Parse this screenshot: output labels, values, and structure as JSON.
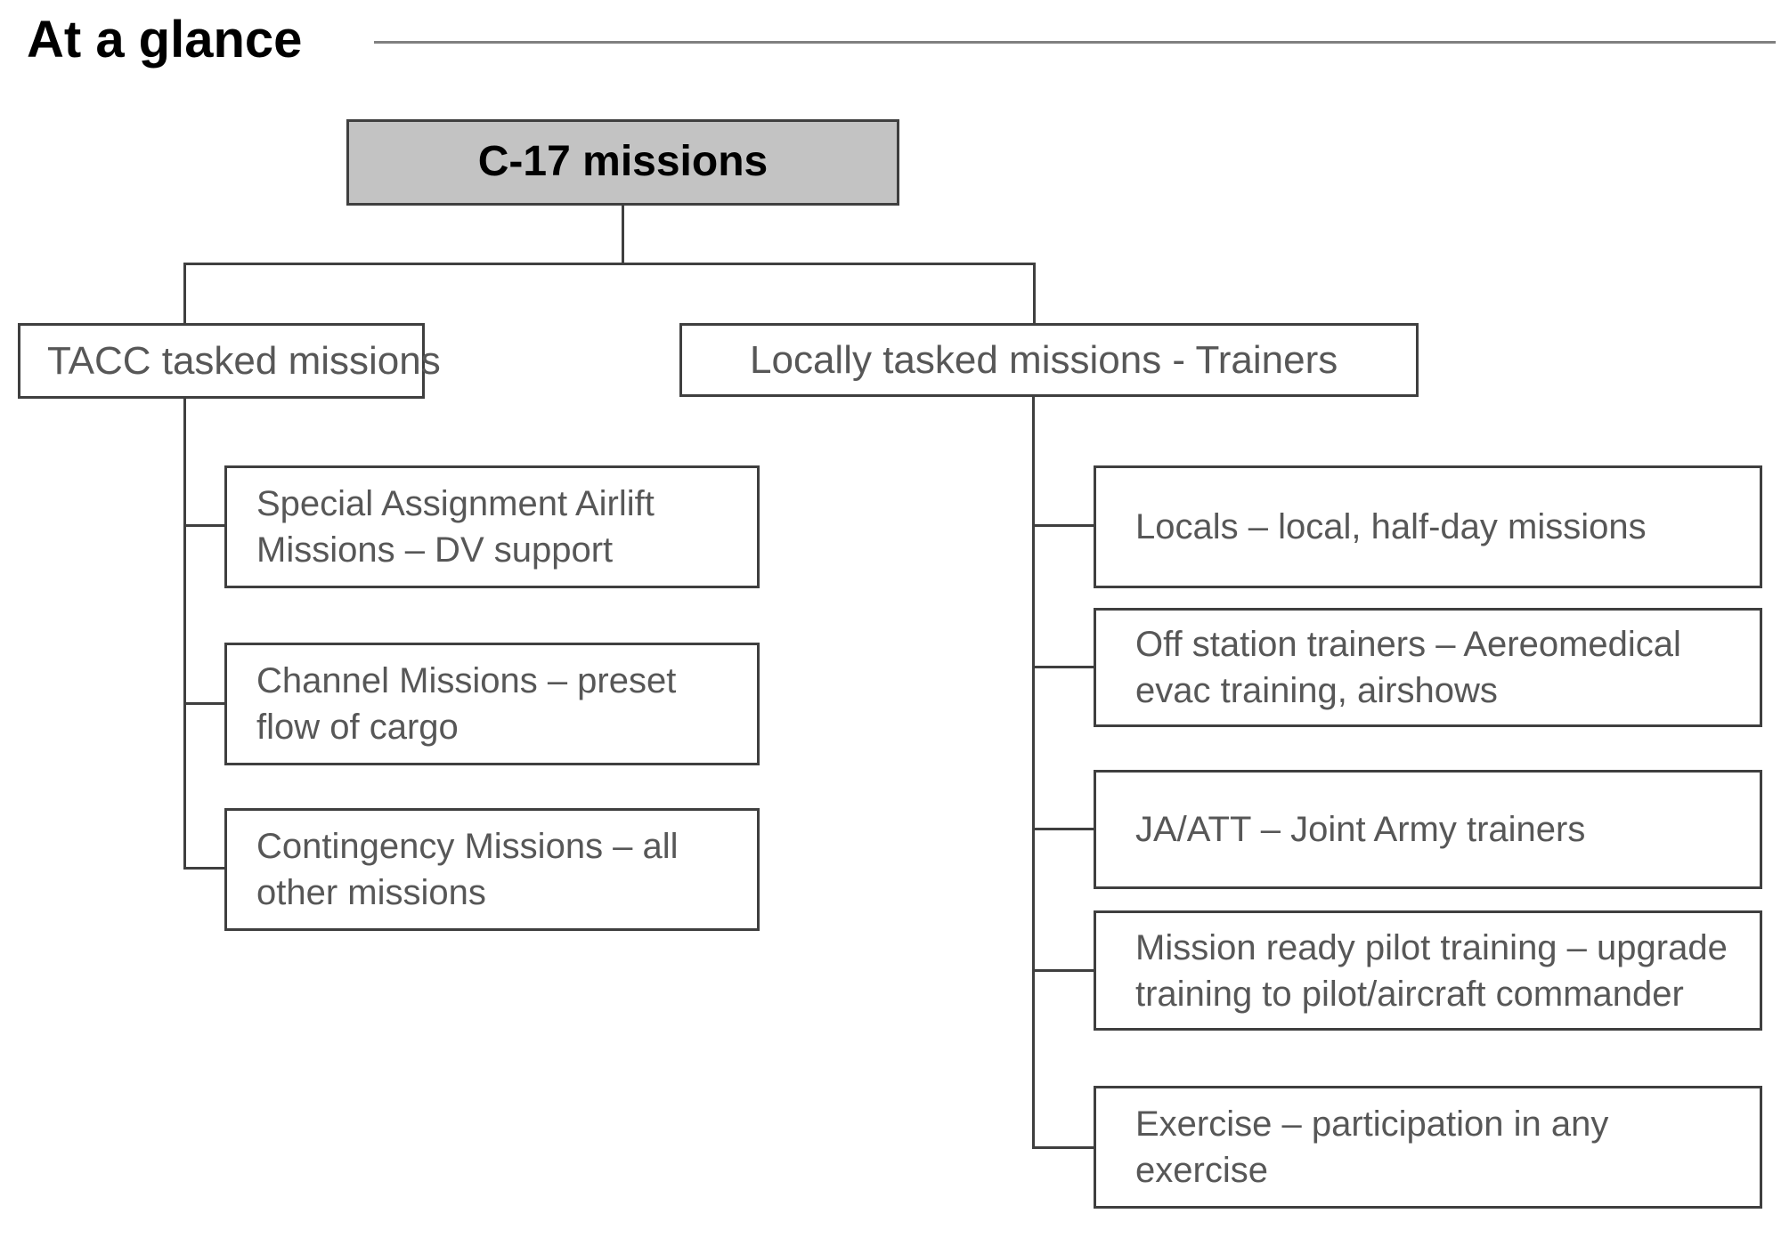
{
  "page": {
    "title": "At a glance"
  },
  "colors": {
    "root_fill": "#c3c3c3",
    "connector_line": "#3f3f3f",
    "node_text_gray": "#575757",
    "title_text": "#000000"
  },
  "tree": {
    "root": {
      "label": "C-17 missions"
    },
    "branches": [
      {
        "label": "TACC tasked missions",
        "children": [
          {
            "label": "Special Assignment Airlift Missions – DV support",
            "lines": [
              "Special Assignment Airlift",
              "Missions – DV support"
            ]
          },
          {
            "label": "Channel Missions – preset flow of cargo",
            "lines": [
              "Channel Missions – preset",
              "flow of cargo"
            ]
          },
          {
            "label": "Contingency Missions – all other missions",
            "lines": [
              "Contingency Missions – all",
              "other missions"
            ]
          }
        ]
      },
      {
        "label": "Locally tasked missions - Trainers",
        "children": [
          {
            "label": "Locals – local, half-day missions",
            "lines": [
              "Locals – local, half-day missions"
            ]
          },
          {
            "label": "Off station trainers – Aereomedical evac training, airshows",
            "lines": [
              "Off station trainers – Aereomedical",
              "evac training, airshows"
            ]
          },
          {
            "label": "JA/ATT – Joint Army trainers",
            "lines": [
              "JA/ATT – Joint Army trainers"
            ]
          },
          {
            "label": "Mission ready pilot training – upgrade training to pilot/aircraft commander",
            "lines": [
              "Mission ready pilot training – upgrade",
              "training to pilot/aircraft commander"
            ]
          },
          {
            "label": "Exercise – participation in any exercise",
            "lines": [
              "Exercise – participation in any",
              "exercise"
            ]
          }
        ]
      }
    ]
  }
}
